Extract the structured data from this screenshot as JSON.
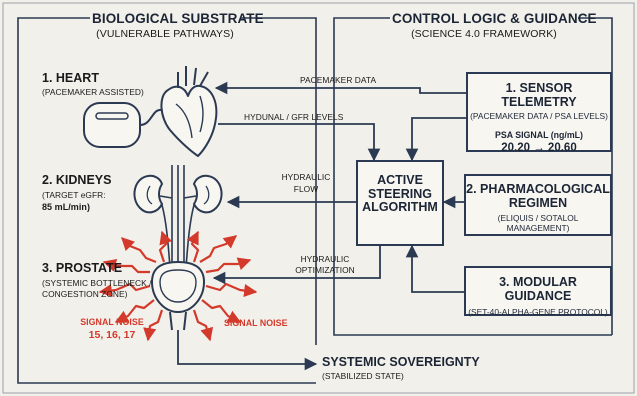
{
  "left_panel": {
    "title": "BIOLOGICAL SUBSTRATE",
    "subtitle": "(VULNERABLE PATHWAYS)"
  },
  "right_panel": {
    "title": "CONTROL LOGIC & GUIDANCE",
    "subtitle": "(SCIENCE 4.0 FRAMEWORK)"
  },
  "organs": {
    "heart": {
      "title": "1. HEART",
      "sub": "(PACEMAKER ASSISTED)"
    },
    "kidneys": {
      "title": "2. KIDNEYS",
      "sub_1": "(TARGET eGFR:",
      "value": "85 mL/min)"
    },
    "prostate": {
      "title": "3. PROSTATE",
      "sub_1": "(SYSTEMIC BOTTLENECK /",
      "sub_2": "CONGESTION ZONE)"
    }
  },
  "signal_noise": {
    "left_label": "SIGNAL NOISE",
    "left_values": "15, 16, 17",
    "right_label": "SIGNAL NOISE"
  },
  "flows": {
    "pacemaker_data": "PACEMAKER DATA",
    "hydunal_gfr": "HYDUNAL / GFR LEVELS",
    "hydraulic_flow_1": "HYDRAULIC",
    "hydraulic_flow_2": "FLOW",
    "hydraulic_opt_1": "HYDRAULIC",
    "hydraulic_opt_2": "OPTIMIZATION"
  },
  "algorithm": {
    "line1": "ACTIVE",
    "line2": "STEERING",
    "line3": "ALGORITHM"
  },
  "sensor_box": {
    "title": "1. SENSOR TELEMETRY",
    "sub": "(PACEMAKER DATA / PSA LEVELS)",
    "psa_label": "PSA SIGNAL (ng/mL)",
    "psa_values": "20.20 → 20.60"
  },
  "pharma_box": {
    "title_1": "2. PHARMACOLOGICAL",
    "title_2": "REGIMEN",
    "sub": "(ELIQUIS / SOTALOL MANAGEMENT)"
  },
  "modular_box": {
    "title": "3. MODULAR GUIDANCE",
    "sub": "(SET-40-ALPHA-GENE PROTOCOL)"
  },
  "output": {
    "title": "SYSTEMIC SOVEREIGNTY",
    "sub": "(STABILIZED STATE)"
  },
  "colors": {
    "ink": "#2b3a52",
    "noise": "#d33a2c",
    "background": "#f2f0ea"
  }
}
